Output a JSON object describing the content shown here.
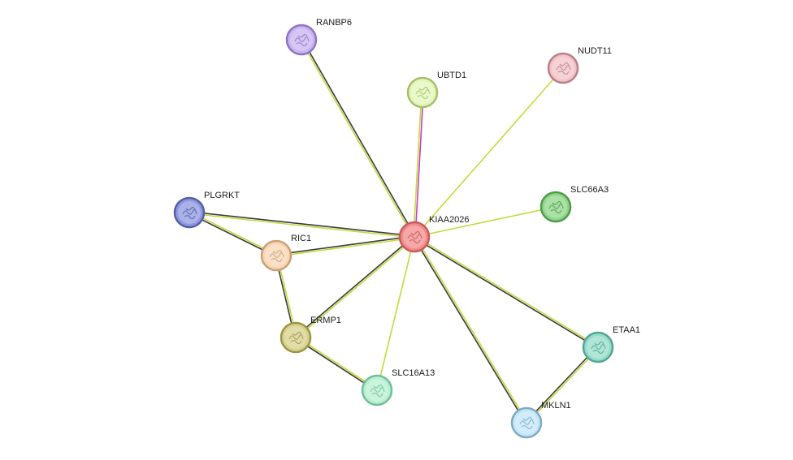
{
  "network": {
    "nodes": [
      {
        "id": "KIAA2026",
        "label": "KIAA2026",
        "fill": "#f28b8b",
        "stroke": "#c85a5a",
        "glyph": "protein-structure-icon"
      },
      {
        "id": "RANBP6",
        "label": "RANBP6",
        "fill": "#c9b3f0",
        "stroke": "#8e74c2",
        "glyph": "protein-structure-icon"
      },
      {
        "id": "UBTD1",
        "label": "UBTD1",
        "fill": "#e3f6b8",
        "stroke": "#a5c06c",
        "glyph": "protein-structure-icon"
      },
      {
        "id": "NUDT11",
        "label": "NUDT11",
        "fill": "#f2c3c7",
        "stroke": "#b98086",
        "glyph": "protein-structure-icon"
      },
      {
        "id": "SLC66A3",
        "label": "SLC66A3",
        "fill": "#8fd68a",
        "stroke": "#4e9a48",
        "glyph": "protein-structure-icon"
      },
      {
        "id": "PLGRKT",
        "label": "PLGRKT",
        "fill": "#8e98df",
        "stroke": "#555fa8",
        "glyph": "protein-structure-icon"
      },
      {
        "id": "RIC1",
        "label": "RIC1",
        "fill": "#f8d6b4",
        "stroke": "#c9a07a",
        "glyph": "protein-structure-icon"
      },
      {
        "id": "ERMP1",
        "label": "ERMP1",
        "fill": "#d6d28d",
        "stroke": "#9c9746",
        "glyph": "protein-structure-icon"
      },
      {
        "id": "SLC16A13",
        "label": "SLC16A13",
        "fill": "#b8efd0",
        "stroke": "#71bf95",
        "glyph": "protein-structure-icon"
      },
      {
        "id": "ETAA1",
        "label": "ETAA1",
        "fill": "#96dccb",
        "stroke": "#54a592",
        "glyph": "protein-structure-icon"
      },
      {
        "id": "MKLN1",
        "label": "MKLN1",
        "fill": "#c5e6f8",
        "stroke": "#7eaac6",
        "glyph": "protein-structure-icon"
      }
    ],
    "edges": [
      {
        "from": "KIAA2026",
        "to": "RANBP6",
        "colors": [
          "#c5d93a",
          "#3a3a3a"
        ]
      },
      {
        "from": "KIAA2026",
        "to": "UBTD1",
        "colors": [
          "#c5d93a",
          "#c43fc4"
        ]
      },
      {
        "from": "KIAA2026",
        "to": "NUDT11",
        "colors": [
          "#c5d93a"
        ]
      },
      {
        "from": "KIAA2026",
        "to": "SLC66A3",
        "colors": [
          "#c5d93a"
        ]
      },
      {
        "from": "KIAA2026",
        "to": "PLGRKT",
        "colors": [
          "#c5d93a",
          "#3a3a3a"
        ]
      },
      {
        "from": "KIAA2026",
        "to": "RIC1",
        "colors": [
          "#c5d93a",
          "#3a3a3a"
        ]
      },
      {
        "from": "KIAA2026",
        "to": "ERMP1",
        "colors": [
          "#c5d93a",
          "#3a3a3a"
        ]
      },
      {
        "from": "KIAA2026",
        "to": "SLC16A13",
        "colors": [
          "#c5d93a"
        ]
      },
      {
        "from": "KIAA2026",
        "to": "ETAA1",
        "colors": [
          "#c5d93a",
          "#3a3a3a"
        ]
      },
      {
        "from": "KIAA2026",
        "to": "MKLN1",
        "colors": [
          "#c5d93a",
          "#3a3a3a"
        ]
      },
      {
        "from": "PLGRKT",
        "to": "RIC1",
        "colors": [
          "#c5d93a",
          "#3a3a3a"
        ]
      },
      {
        "from": "RIC1",
        "to": "ERMP1",
        "colors": [
          "#c5d93a",
          "#3a3a3a"
        ]
      },
      {
        "from": "ERMP1",
        "to": "SLC16A13",
        "colors": [
          "#c5d93a",
          "#3a3a3a"
        ]
      },
      {
        "from": "ETAA1",
        "to": "MKLN1",
        "colors": [
          "#c5d93a",
          "#3a3a3a"
        ]
      }
    ]
  }
}
